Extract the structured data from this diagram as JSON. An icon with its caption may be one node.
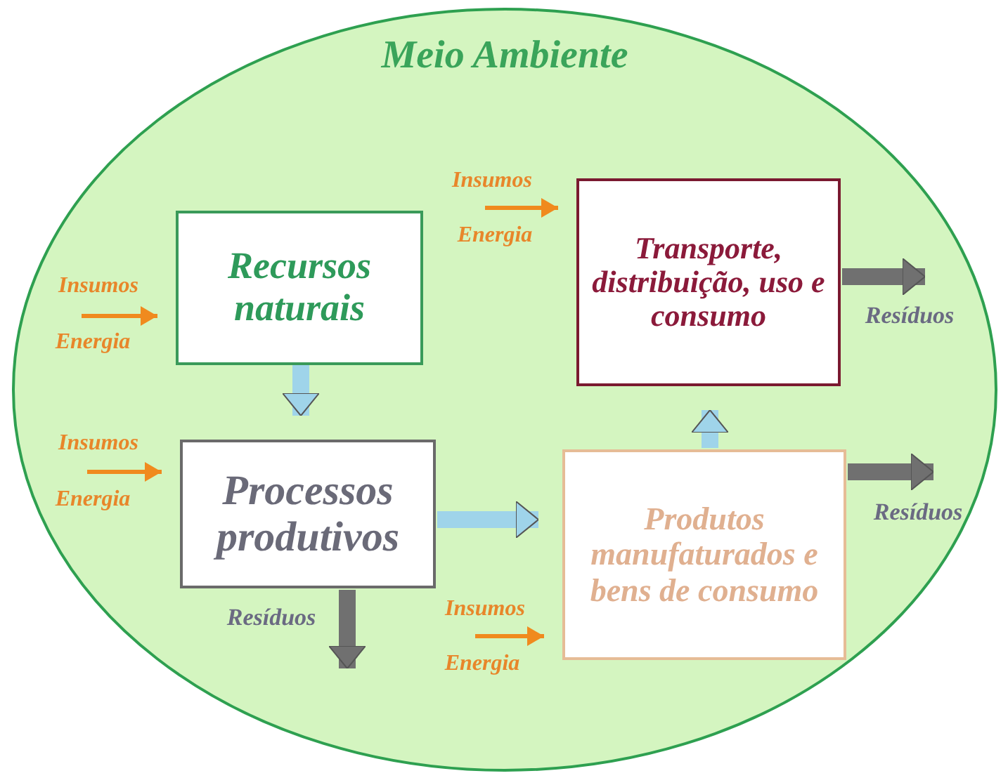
{
  "diagram": {
    "nodes": [
      {
        "text": [
          "Meio Ambiente"
        ]
      },
      {
        "text": [
          "Recursos naturais"
        ],
        "in": 0
      },
      {
        "text": [
          "Processos produtivos"
        ],
        "in": 0
      },
      {
        "text": [
          "Transporte, distribuição, uso e consumo"
        ],
        "in": 0
      },
      {
        "text": [
          "Produtos manufaturados e bens de consumo"
        ],
        "in": 0
      }
    ],
    "edges": [
      {
        "from": 1,
        "to": 2,
        "arrow": "to",
        "color": "#9fd4ea"
      },
      {
        "from": 2,
        "to": 4,
        "arrow": "to",
        "color": "#9fd4ea"
      },
      {
        "from": 4,
        "to": 3,
        "arrow": "to",
        "color": "#9fd4ea"
      },
      {
        "from": null,
        "to": 1,
        "arrow": "to",
        "color": "#f08a1e"
      },
      {
        "from": null,
        "to": 2,
        "arrow": "to",
        "color": "#f08a1e"
      },
      {
        "from": null,
        "to": 3,
        "arrow": "to",
        "color": "#f08a1e"
      },
      {
        "from": null,
        "to": 4,
        "arrow": "to",
        "color": "#f08a1e"
      },
      {
        "from": 3,
        "to": null,
        "arrow": "to",
        "color": "#707070"
      },
      {
        "from": 4,
        "to": null,
        "arrow": "to",
        "color": "#707070"
      },
      {
        "from": 2,
        "to": null,
        "arrow": "to",
        "color": "#707070"
      }
    ],
    "labels": [
      "Insumos",
      "Energia",
      "Insumos",
      "Energia",
      "Resíduos",
      "Insumos",
      "Energia",
      "Resíduos",
      "Resíduos",
      "Insumos",
      "Energia"
    ]
  }
}
